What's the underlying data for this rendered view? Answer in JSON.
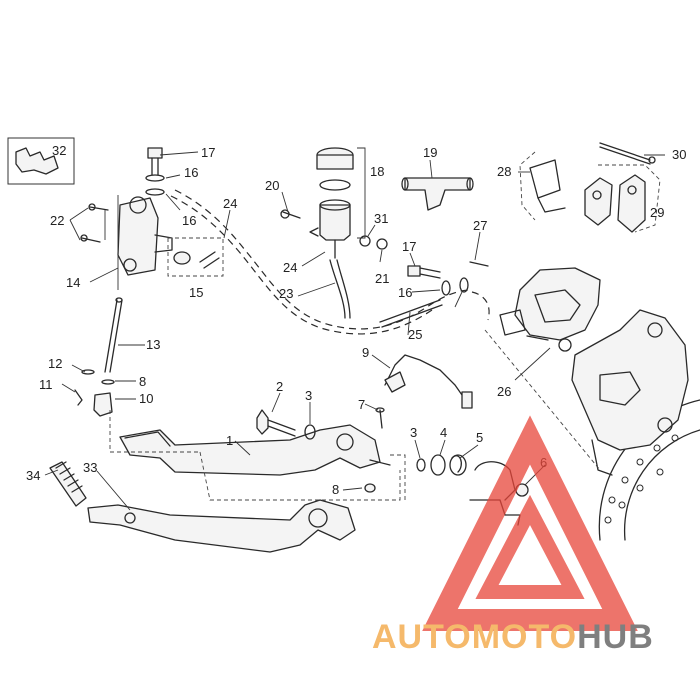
{
  "diagram": {
    "callouts": [
      "1",
      "2",
      "3",
      "3",
      "4",
      "5",
      "6",
      "7",
      "8",
      "8",
      "9",
      "10",
      "11",
      "12",
      "13",
      "14",
      "15",
      "16",
      "16",
      "16",
      "17",
      "17",
      "18",
      "19",
      "20",
      "21",
      "22",
      "23",
      "24",
      "24",
      "25",
      "26",
      "27",
      "28",
      "29",
      "30",
      "31",
      "32",
      "33",
      "34"
    ]
  },
  "watermark": {
    "brand_part1": "AUTO",
    "brand_part2": "MOTO",
    "brand_part3": "HUB",
    "colors": {
      "light": "#f2a23a",
      "dark": "#555555",
      "triangle": "#e8463a"
    }
  }
}
